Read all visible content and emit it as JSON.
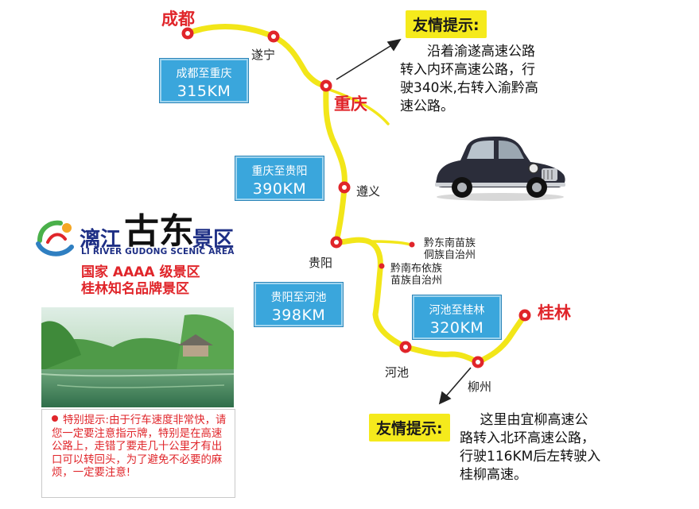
{
  "map": {
    "cities": {
      "chengdu": "成都",
      "suining": "遂宁",
      "chongqing": "重庆",
      "zunyi": "遵义",
      "guiyang": "贵阳",
      "qiandongnan": "黔东南苗族\n侗族自治州",
      "qiannan": "黔南布依族\n苗族自治州",
      "hechi": "河池",
      "liuzhou": "柳州",
      "guilin": "桂林"
    },
    "segments": [
      {
        "route": "成都至重庆",
        "distance": "315KM"
      },
      {
        "route": "重庆至贵阳",
        "distance": "390KM"
      },
      {
        "route": "贵阳至河池",
        "distance": "398KM"
      },
      {
        "route": "河池至桂林",
        "distance": "320KM"
      }
    ],
    "colors": {
      "road": "#f2e619",
      "city_marker": "#e0252a",
      "distance_box": "#3aa6dc",
      "tip_badge": "#f5ea1c"
    }
  },
  "tips": [
    {
      "badge": "友情提示:",
      "text": "沿着渝遂高速公路\n转入内环高速公路，行\n驶340米,右转入渝黔高\n速公路。"
    },
    {
      "badge": "友情提示:",
      "text": "这里由宜柳高速公\n路转入北环高速公路，\n行驶116KM后左转驶入\n桂柳高速。"
    }
  ],
  "logo": {
    "name_left": "漓江",
    "name_mid": "古东",
    "name_right": "景区",
    "english": "LI RIVER GUDONG SCENIC AREA",
    "line1": "国家 AAAA 级景区",
    "line2": "桂林知名品牌景区"
  },
  "notice": {
    "text": "特别提示:由于行车速度非常快，请您一定要注意指示牌，特别是在高速公路上，走错了要走几十公里才有出口可以转回头，为了避免不必要的麻烦，一定要注意!"
  },
  "icons": {
    "car": "vintage-car-icon",
    "bullet": "red-dot-icon"
  }
}
